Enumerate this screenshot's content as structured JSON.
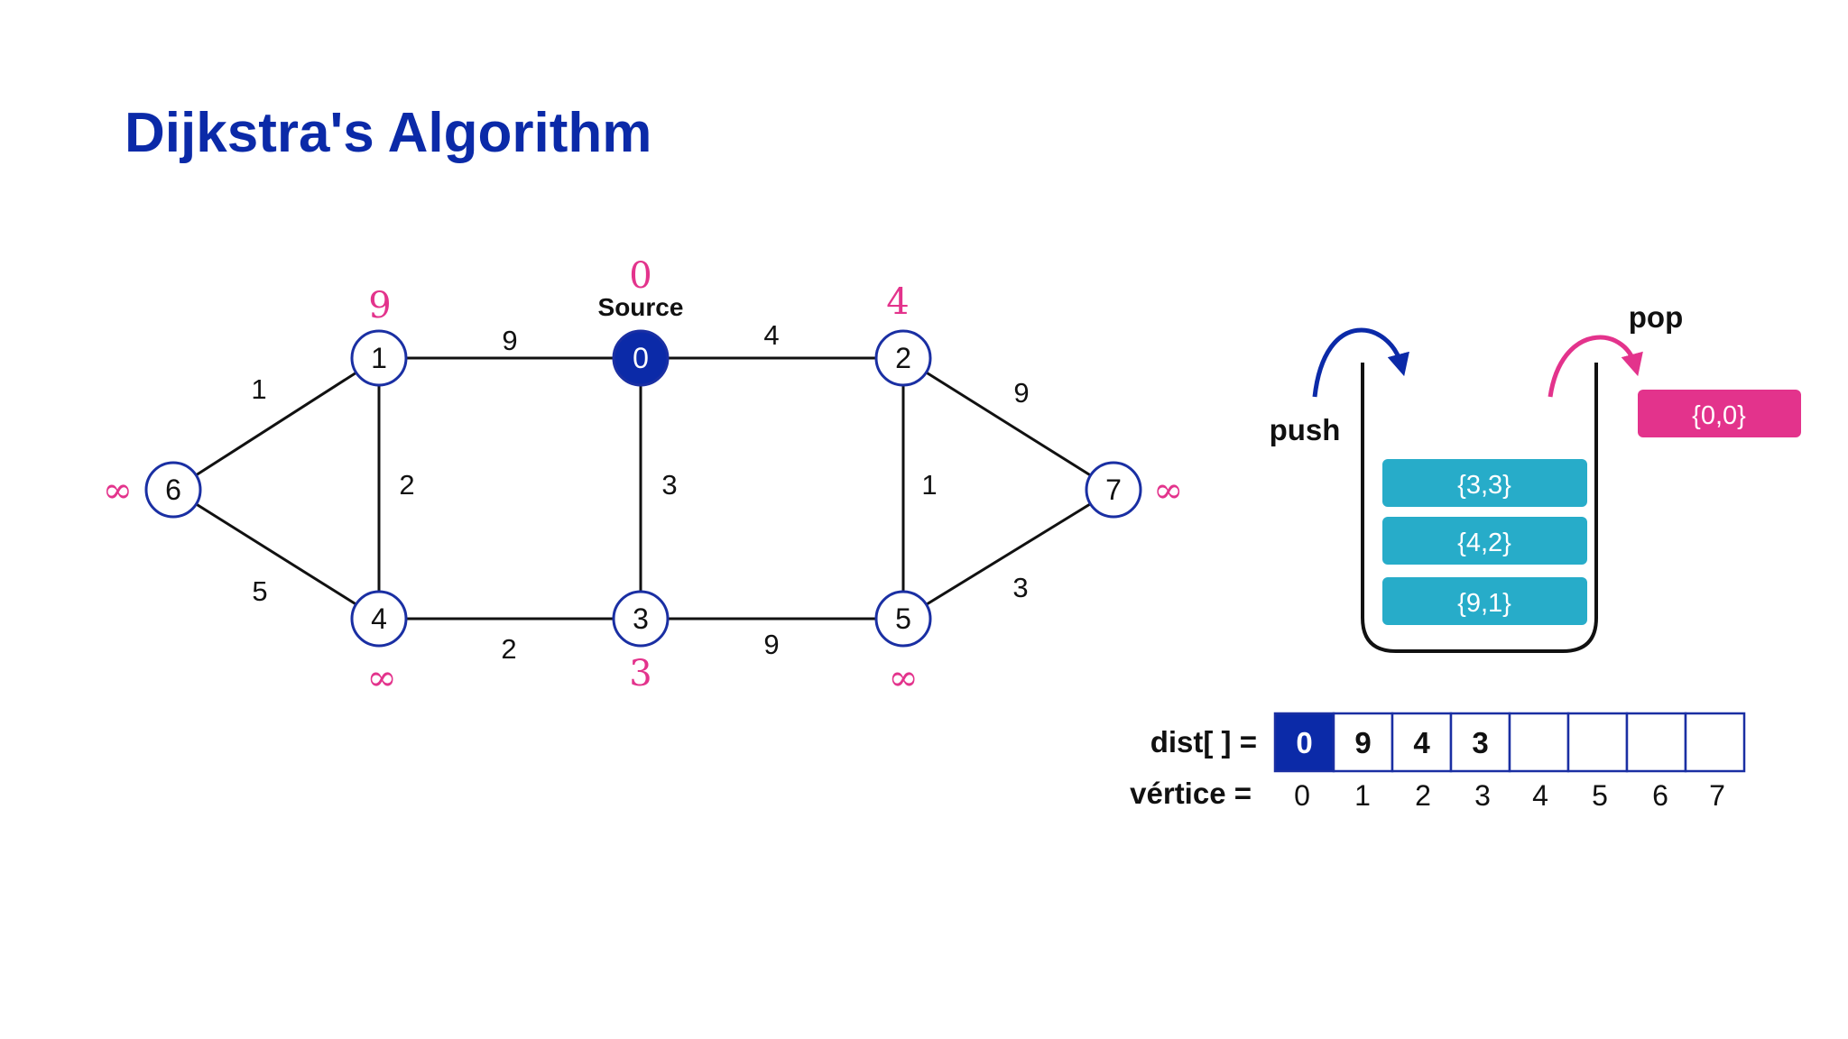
{
  "title": "Dijkstra's Algorithm",
  "graph": {
    "source_caption": "Source",
    "source_node": "0",
    "nodes": [
      {
        "id": "0",
        "dist": "0"
      },
      {
        "id": "1",
        "dist": "9"
      },
      {
        "id": "2",
        "dist": "4"
      },
      {
        "id": "3",
        "dist": "3"
      },
      {
        "id": "4",
        "dist": "∞"
      },
      {
        "id": "5",
        "dist": "∞"
      },
      {
        "id": "6",
        "dist": "∞"
      },
      {
        "id": "7",
        "dist": "∞"
      }
    ],
    "edges": [
      {
        "from": "1",
        "to": "0",
        "weight": "9"
      },
      {
        "from": "0",
        "to": "2",
        "weight": "4"
      },
      {
        "from": "6",
        "to": "1",
        "weight": "1"
      },
      {
        "from": "1",
        "to": "4",
        "weight": "2"
      },
      {
        "from": "0",
        "to": "3",
        "weight": "3"
      },
      {
        "from": "2",
        "to": "5",
        "weight": "1"
      },
      {
        "from": "2",
        "to": "7",
        "weight": "9"
      },
      {
        "from": "6",
        "to": "4",
        "weight": "5"
      },
      {
        "from": "4",
        "to": "3",
        "weight": "2"
      },
      {
        "from": "3",
        "to": "5",
        "weight": "9"
      },
      {
        "from": "5",
        "to": "7",
        "weight": "3"
      }
    ]
  },
  "priority_queue": {
    "push_label": "push",
    "pop_label": "pop",
    "items": [
      "{3,3}",
      "{4,2}",
      "{9,1}"
    ],
    "popped": "{0,0}"
  },
  "dist_array": {
    "label": "dist[ ] =",
    "values": [
      "0",
      "9",
      "4",
      "3",
      "",
      "",
      "",
      ""
    ]
  },
  "vertex_row": {
    "label": "vértice =",
    "indices": [
      "0",
      "1",
      "2",
      "3",
      "4",
      "5",
      "6",
      "7"
    ]
  },
  "colors": {
    "primary_blue": "#0b2aa8",
    "accent_pink": "#e3338c",
    "queue_cyan": "#27acc9"
  }
}
